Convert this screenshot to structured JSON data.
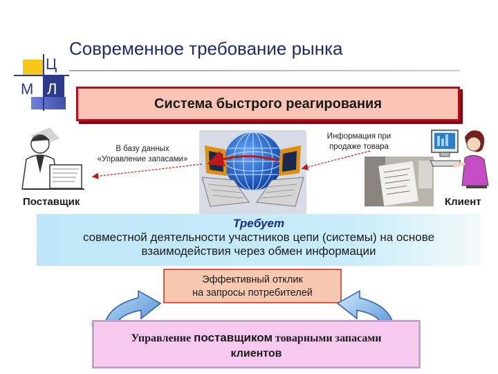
{
  "logo": {
    "letters": [
      "Ц",
      "М",
      "Л"
    ],
    "colors": {
      "yellow": "#f7c81a",
      "navy": "#2d3a8c",
      "blue": "#5868c8"
    }
  },
  "title": "Современное требование рынка",
  "system_box": {
    "label": "Система быстрого реагирования",
    "fill": "#f7c4b5",
    "border": "#b0101e"
  },
  "database_label": {
    "line1": "В базу данных",
    "line2": "«Управление запасами»"
  },
  "sales_info_label": {
    "line1": "Информация при",
    "line2": "продаже товара"
  },
  "supplier_label": "Поставщик",
  "client_label": "Клиент",
  "requirement": {
    "title": "Требует",
    "line1": "совместной деятельности участников цепи (системы) на основе",
    "line2": "взаимодействия через обмен информации"
  },
  "effective": {
    "line1": "Эффективный отклик",
    "line2": "на запросы потребителей"
  },
  "management": {
    "part1": "Управление ",
    "part2": "поставщиком",
    "part3": " товарными запасами",
    "line2": "клиентов"
  },
  "arrow_color": "#c01818",
  "icons": [
    "supplier-person-icon",
    "globe-computers-icon",
    "receipt-photo-icon",
    "client-person-icon"
  ]
}
